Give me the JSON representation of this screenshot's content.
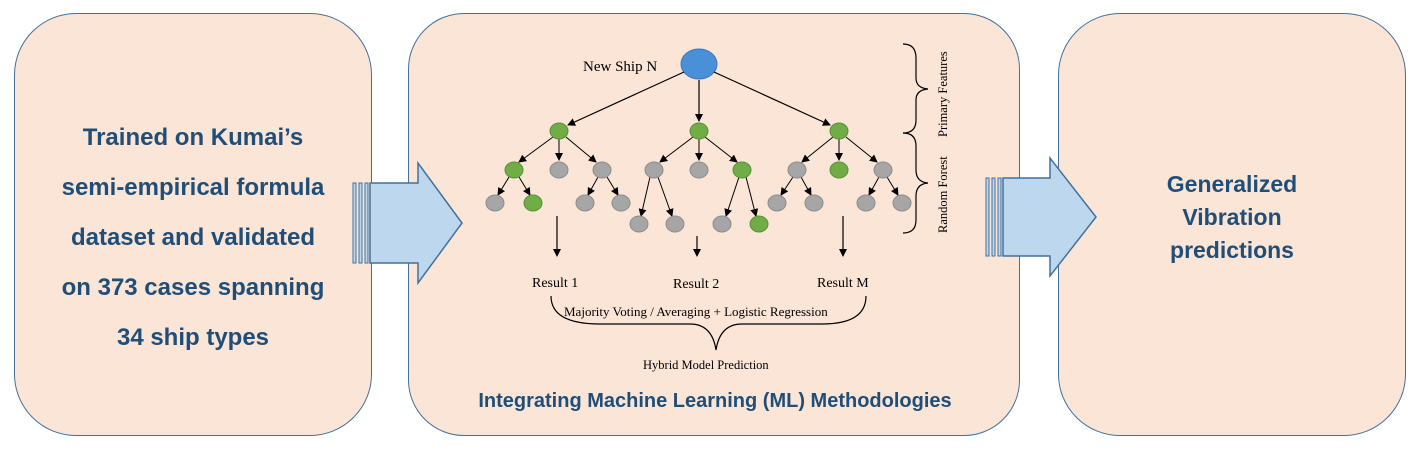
{
  "left_panel": {
    "lines": [
      "Trained on Kumai’s",
      "semi-empirical formula",
      "dataset and validated",
      "on 373 cases spanning",
      "34 ship types"
    ]
  },
  "middle_panel": {
    "title": "Integrating Machine Learning (ML) Methodologies",
    "root_label": "New Ship N",
    "results": [
      "Result 1",
      "Result 2",
      "Result M"
    ],
    "aggregation_label": "Majority Voting / Averaging + Logistic Regression",
    "final_label": "Hybrid Model Prediction",
    "brace_labels": [
      "Primary Features",
      "Random Forest"
    ]
  },
  "right_panel": {
    "lines": [
      "Generalized",
      "Vibration",
      "predictions"
    ]
  },
  "colors": {
    "panel_fill": "#fbe5d6",
    "panel_border": "#41719c",
    "text_blue": "#1f4e79",
    "arrow_fill": "#bdd7ee",
    "root_node": "#4a90d9",
    "active_node": "#70ad47",
    "inactive_node": "#a6a6a6"
  }
}
